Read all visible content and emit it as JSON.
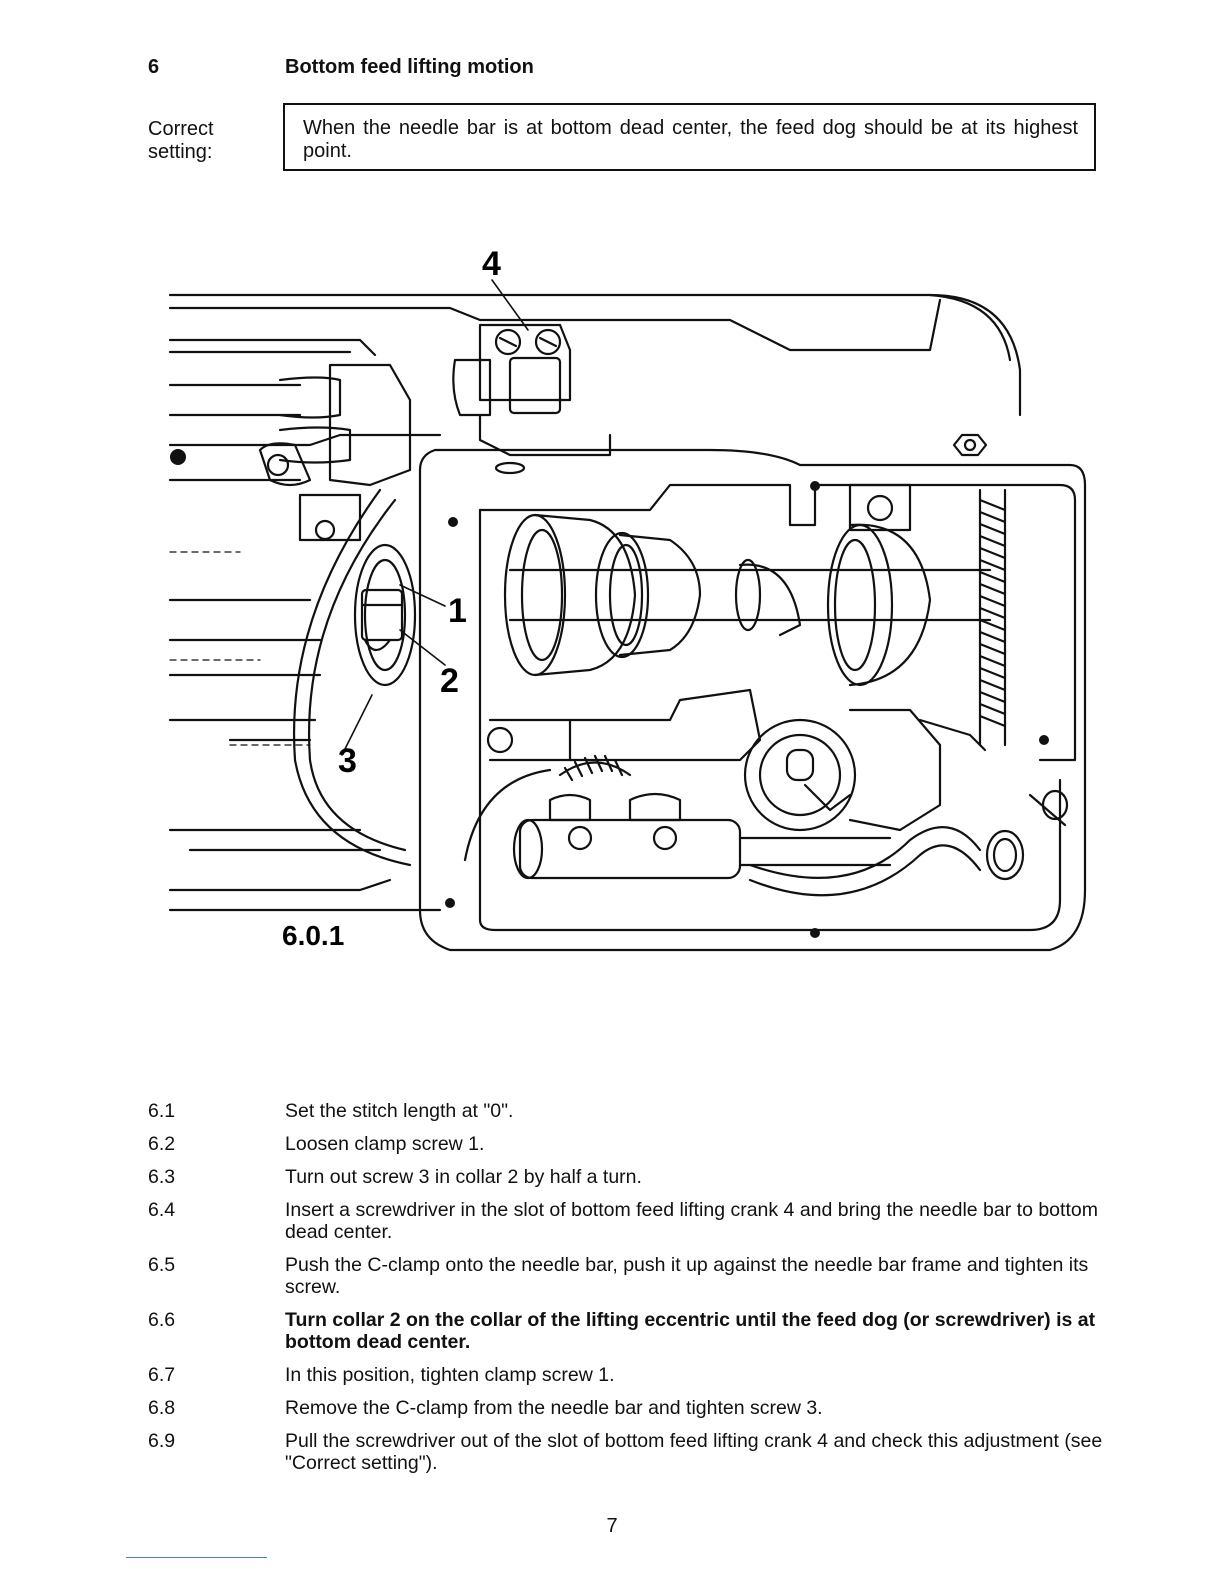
{
  "header": {
    "section_number": "6",
    "section_title": "Bottom feed lifting motion"
  },
  "correct_setting": {
    "label": "Correct setting:",
    "text": "When the needle bar is at bottom dead center, the feed dog should be at its highest point."
  },
  "figure": {
    "label": "6.0.1",
    "callouts": [
      "1",
      "2",
      "3",
      "4"
    ]
  },
  "steps": [
    {
      "number": "6.1",
      "text": "Set the stitch length at \"0\".",
      "bold": false
    },
    {
      "number": "6.2",
      "text": "Loosen clamp screw 1.",
      "bold": false
    },
    {
      "number": "6.3",
      "text": "Turn out screw 3 in collar 2 by half a turn.",
      "bold": false
    },
    {
      "number": "6.4",
      "text": "Insert a screwdriver in the slot of bottom feed lifting crank 4 and bring the needle bar to bottom dead center.",
      "bold": false
    },
    {
      "number": "6.5",
      "text": "Push the C-clamp onto the needle bar, push it up against the needle bar frame and tighten its screw.",
      "bold": false
    },
    {
      "number": "6.6",
      "text": "Turn collar 2 on the collar of the lifting eccentric until the feed dog (or screwdriver) is at bottom dead center.",
      "bold": true
    },
    {
      "number": "6.7",
      "text": "In this position, tighten clamp screw 1.",
      "bold": false
    },
    {
      "number": "6.8",
      "text": "Remove the C-clamp from the needle bar and tighten screw 3.",
      "bold": false
    },
    {
      "number": "6.9",
      "text": "Pull the screwdriver out of the slot of bottom feed lifting crank 4 and check this adjustment (see \"Correct setting\").",
      "bold": false
    }
  ],
  "page_number": "7"
}
